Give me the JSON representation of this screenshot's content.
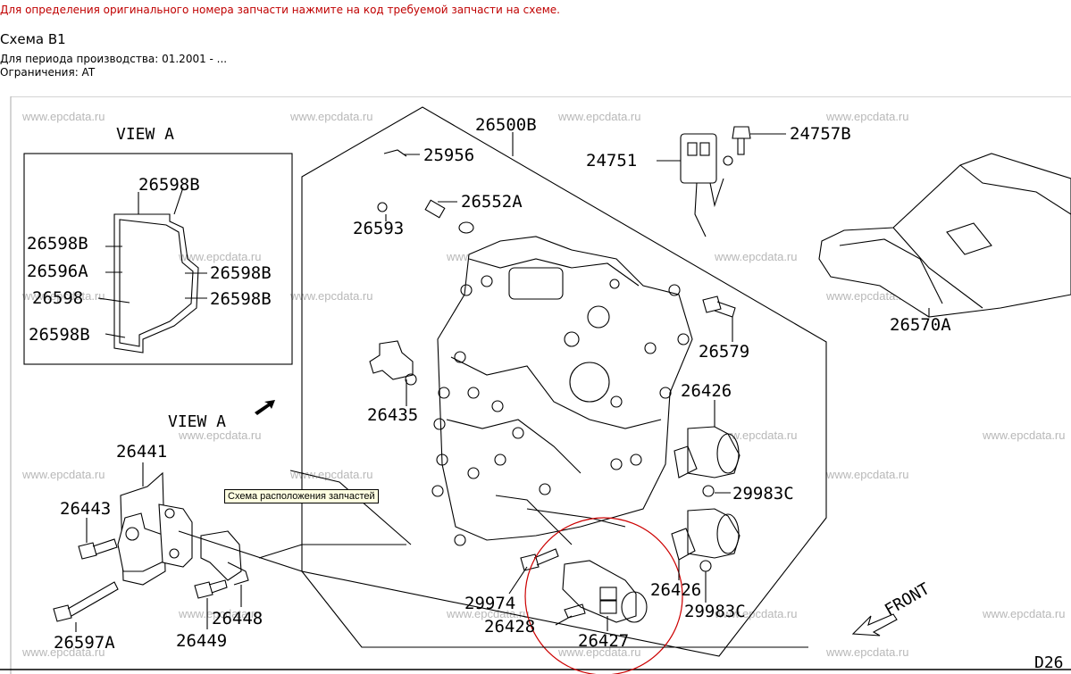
{
  "header": {
    "instruction": "Для определения оригинального номера запчасти нажмите на код требуемой запчасти на схеме.",
    "title": "Схема B1",
    "period": "Для периода производства: 01.2001 - ...",
    "restrictions": "Ограничения: AT"
  },
  "diagram": {
    "view_label_top": "VIEW A",
    "view_label_bottom": "VIEW A",
    "front_label": "FRONT",
    "corner_code": "D26",
    "watermark": "www.epcdata.ru",
    "tooltip": "Схема расположения запчастей",
    "highlight_color": "#cc0000",
    "parts": [
      "26500B",
      "25956",
      "26552A",
      "26593",
      "24751",
      "24757B",
      "26570A",
      "26579",
      "26426",
      "26435",
      "29983C",
      "26426",
      "29983C",
      "26427",
      "26428",
      "29974",
      "26441",
      "26443",
      "26597A",
      "26449",
      "26448",
      "26598B",
      "26598B",
      "26596A",
      "26598B",
      "26598",
      "26598B",
      "26598B"
    ]
  }
}
